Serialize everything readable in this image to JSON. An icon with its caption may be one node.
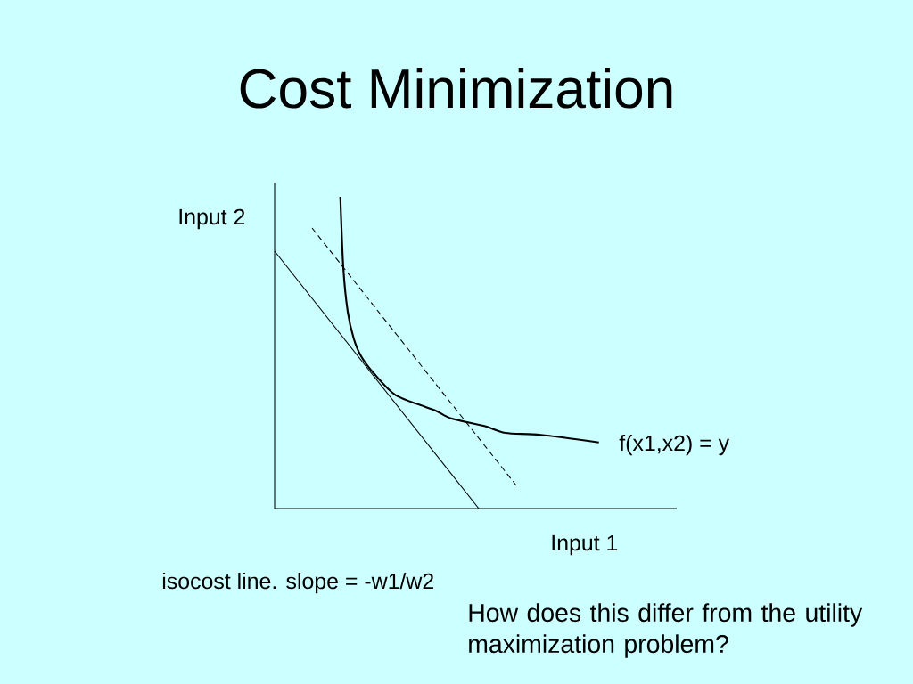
{
  "diagram": {
    "title": "Cost Minimization",
    "labels": [
      "Input 2",
      "f(x1,x2) = y",
      "Input 1",
      "isocost line. slope = -w1/w2",
      "How does this differ from the utility maximization problem?"
    ]
  }
}
